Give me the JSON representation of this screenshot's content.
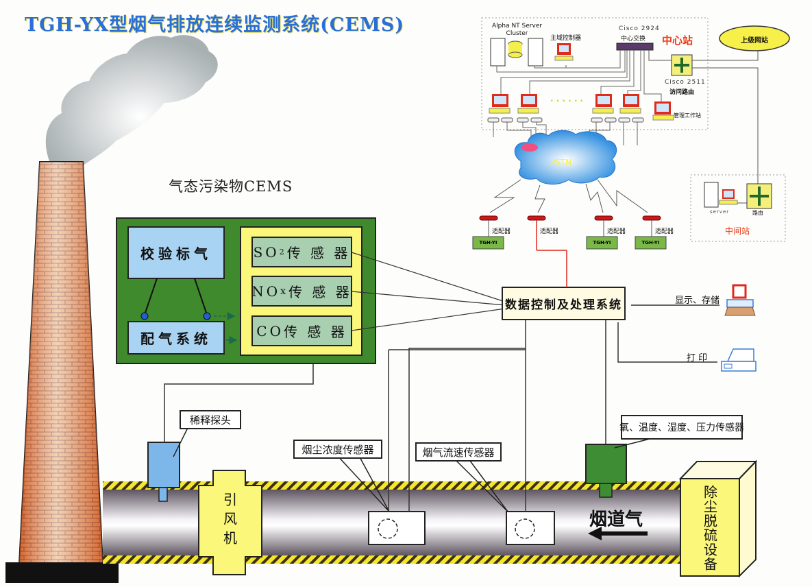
{
  "title": "TGH-YX型烟气排放连续监测系统(CEMS)",
  "gas_cems": {
    "heading": "气态污染物CEMS",
    "calibration_gas": "校验标气",
    "gas_distribution": "配气系统",
    "sensors": [
      {
        "main": "SO",
        "sub": "2",
        "suffix": "传 感 器"
      },
      {
        "main": "NO",
        "sub": "x",
        "suffix": "传 感 器"
      },
      {
        "main": "CO",
        "sub": "",
        "suffix": " 传 感 器"
      }
    ]
  },
  "network": {
    "center_station": {
      "label": "中心站",
      "server_cluster_label": "Alpha NT Server\nCluster",
      "domain_controller_label": "主域控制器",
      "switch_model": "Cisco 2924",
      "switch_label": "中心交换",
      "router_model": "Cisco 2511",
      "router_label": "访问路由",
      "management_workstation_label": "管理工作站",
      "ellipsis": "· · · · · ·"
    },
    "upper_station": "上级网站",
    "pstn_label": "PSTN",
    "adapters": [
      {
        "label": "适配器",
        "device": "TGH-YI"
      },
      {
        "label": "适配器",
        "device": ""
      },
      {
        "label": "适配器",
        "device": "TGH-YI"
      },
      {
        "label": "适配器",
        "device": "TGH-YI"
      }
    ],
    "intermediate_station": {
      "label": "中间站",
      "server_label": "server",
      "router_label": "路由"
    }
  },
  "data_system": {
    "label": "数据控制及处理系统",
    "display_storage": "显示、存储",
    "print": "打  印"
  },
  "duct": {
    "dilution_probe": "稀释探头",
    "induced_fan": "引风机",
    "dust_sensor": "烟尘浓度传感器",
    "flow_sensor": "烟气流速传感器",
    "o2_temp_sensor": "氧、温度、湿度、压力传感器",
    "flue_gas": "烟道气",
    "desulfurization": "除尘脱硫设备"
  },
  "colors": {
    "title_blue": "#2a6fd6",
    "panel_green": "#3f8a2c",
    "sensor_yellow": "#fbf77a",
    "box_blue": "#a9d3f2",
    "sensor_box": "#a8cfb0",
    "red_label": "#f03a1a",
    "brick": "#d9743a"
  }
}
